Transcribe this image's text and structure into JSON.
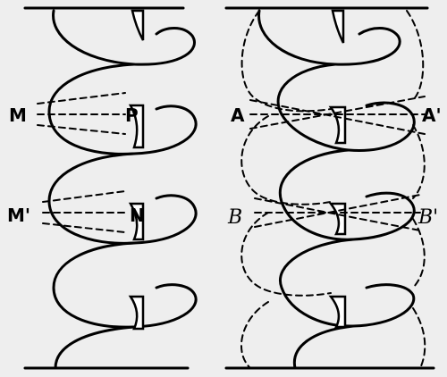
{
  "labels": {
    "left_top_outer": "M",
    "left_top_inner": "P",
    "left_bottom_outer": "M'",
    "left_bottom_inner": "N",
    "right_top_left": "A",
    "right_top_right": "A'",
    "right_bottom_left": "B",
    "right_bottom_right": "B'"
  },
  "colors": {
    "line": "#000000",
    "paper": "#eeeeee"
  }
}
